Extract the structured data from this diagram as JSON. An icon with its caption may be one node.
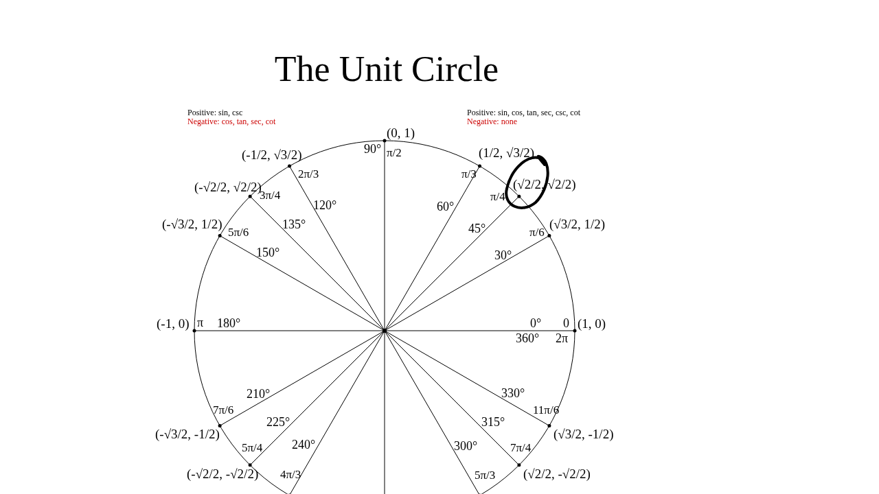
{
  "diagram": {
    "title": "The Unit Circle",
    "labels": [
      "Positive: sin, csc",
      "Negative: cos, tan, sec, cot",
      "Positive: sin, cos, tan, sec, csc, cot",
      "Negative: none",
      "(0, 1)",
      "90°",
      "π/2",
      "(-1/2, √3/2)",
      "(1/2, √3/2)",
      "2π/3",
      "π/3",
      "(-√2/2, √2/2)",
      "(√2/2, √2/2)",
      "3π/4",
      "π/4",
      "120°",
      "60°",
      "(-√3/2, 1/2)",
      "(√3/2, 1/2)",
      "5π/6",
      "π/6",
      "135°",
      "45°",
      "150°",
      "30°",
      "(-1, 0)",
      "π",
      "180°",
      "0°",
      "0",
      "(1, 0)",
      "360°",
      "2π",
      "210°",
      "330°",
      "7π/6",
      "11π/6",
      "225°",
      "315°",
      "(-√3/2, -1/2)",
      "(√3/2, -1/2)",
      "5π/4",
      "240°",
      "300°",
      "7π/4",
      "(-√2/2, -√2/2)",
      "(√2/2, -√2/2)",
      "4π/3",
      "5π/3"
    ]
  }
}
